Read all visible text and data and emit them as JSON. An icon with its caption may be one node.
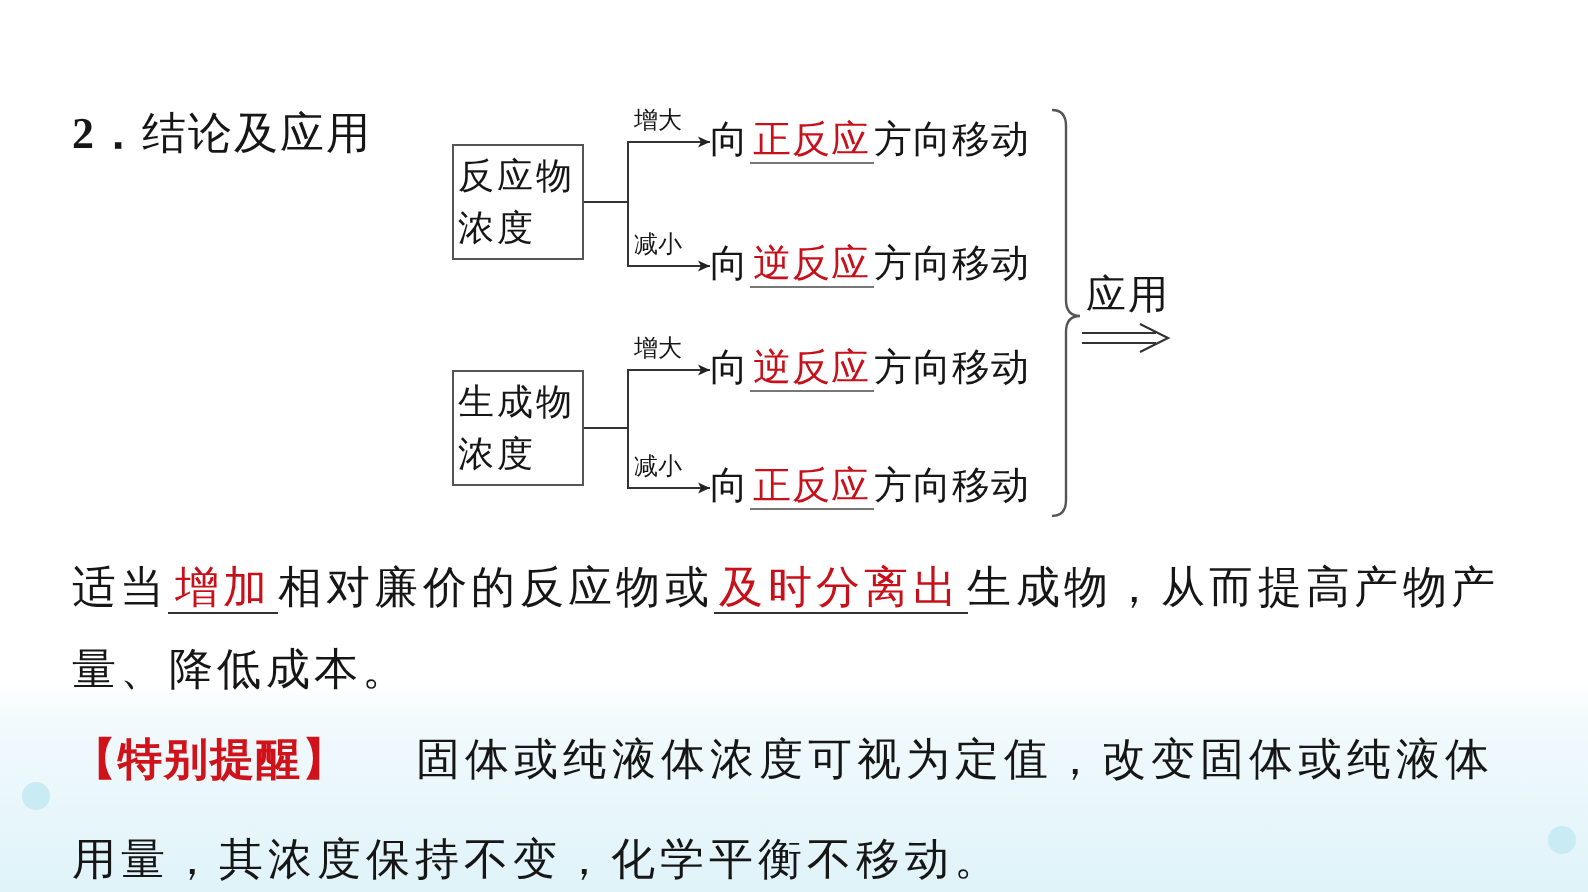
{
  "diagram": {
    "title": "**2．**结论及应用",
    "nodes": [
      {
        "text": [
          "反应物浓度"
        ]
      },
      {
        "text": [
          "生成物浓度"
        ]
      },
      {
        "text": [
          "向",
          "正反应",
          "方向移动"
        ]
      },
      {
        "text": [
          "向",
          "逆反应",
          "方向移动"
        ]
      },
      {
        "text": [
          "向",
          "逆反应",
          "方向移动"
        ]
      },
      {
        "text": [
          "向",
          "正反应",
          "方向移动"
        ]
      }
    ],
    "edges": [
      {
        "from": 0,
        "to": 2,
        "arrow": "to",
        "label": "增大"
      },
      {
        "from": 0,
        "to": 3,
        "arrow": "to",
        "label": "减小"
      },
      {
        "from": 1,
        "to": 4,
        "arrow": "to",
        "label": "增大"
      },
      {
        "from": 1,
        "to": 5,
        "arrow": "to",
        "label": "减小"
      }
    ],
    "labels": [
      "应用",
      "适当",
      "增加",
      "相对廉价的反应物或",
      "及时分离出",
      "生成物，从而提高产物产量、降低成本。",
      "【特别提醒】",
      "固体或纯液体浓度可视为定值，改变固体或纯液体用量，其浓度保持不变，化学平衡不移动。"
    ]
  }
}
